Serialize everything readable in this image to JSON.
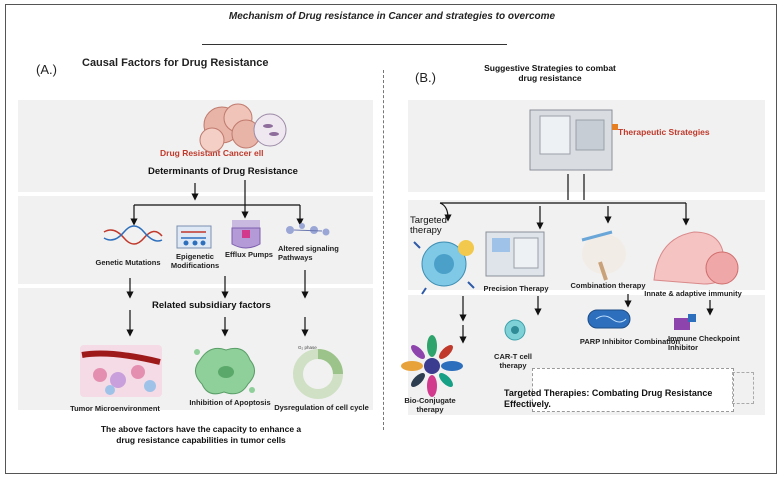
{
  "title": "Mechanism of Drug resistance in Cancer and strategies to overcome",
  "panel_a": {
    "label": "(A.)",
    "heading": "Causal Factors for Drug Resistance",
    "cell_label": "Drug Resistant Cancer ell",
    "determinants": "Determinants of Drug Resistance",
    "factors": [
      "Genetic Mutations",
      "Epigenetic Modifications",
      "Efflux Pumps",
      "Altered signaling Pathways"
    ],
    "subsidiary_heading": "Related subsidiary factors",
    "subsidiary": [
      "Tumor Microenvironment",
      "Inhibition of Apoptosis",
      "Dysregulation of cell cycle"
    ],
    "cycle_small_text": "G₂ phase",
    "footer": "The above factors have the capacity to enhance a drug resistance capabilities in tumor cells"
  },
  "panel_b": {
    "label": "(B.)",
    "heading": "Suggestive Strategies to combat drug resistance",
    "strategies_label": "Therapeutic Strategies",
    "strategies": [
      "Targeted therapy",
      "Precision Therapy",
      "Combination therapy",
      "Innate & adaptive immunity"
    ],
    "sub": [
      "Bio-Conjugate therapy",
      "CAR-T cell therapy",
      "PARP Inhibitor Combination",
      "Immune Checkpoint Inhibitor"
    ],
    "footer": "Targeted Therapies: Combating Drug Resistance Effectively."
  },
  "colors": {
    "accent_red": "#c0392b",
    "band": "#f1f1f1",
    "arrow": "#111111"
  }
}
